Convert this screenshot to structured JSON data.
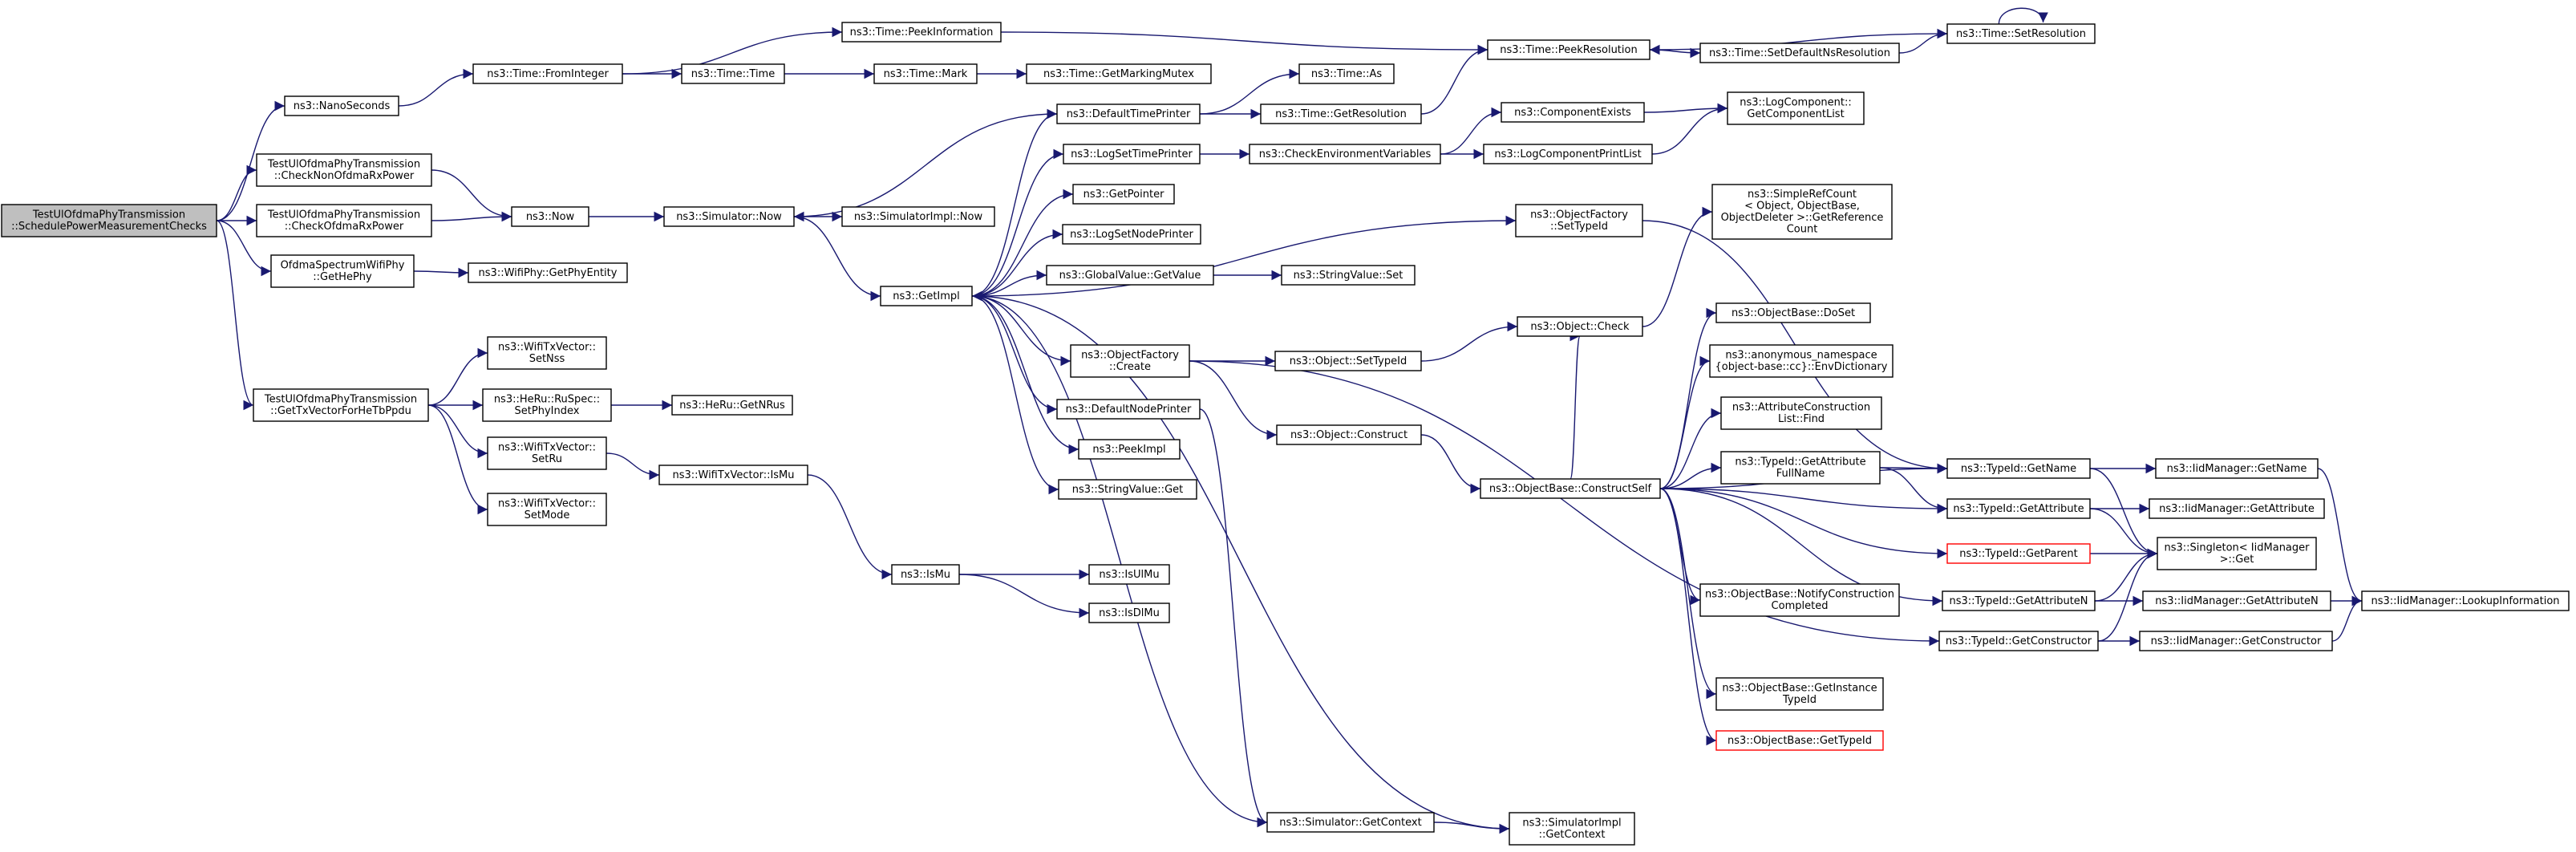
{
  "nodes": [
    {
      "id": "root",
      "lines": [
        "TestUlOfdmaPhyTransmission",
        "::SchedulePowerMeasurementChecks"
      ],
      "style": "root"
    },
    {
      "id": "nanoseconds",
      "lines": [
        "ns3::NanoSeconds"
      ]
    },
    {
      "id": "checkNonOfdma",
      "lines": [
        "TestUlOfdmaPhyTransmission",
        "::CheckNonOfdmaRxPower"
      ]
    },
    {
      "id": "checkOfdma",
      "lines": [
        "TestUlOfdmaPhyTransmission",
        "::CheckOfdmaRxPower"
      ]
    },
    {
      "id": "getHePhy",
      "lines": [
        "OfdmaSpectrumWifiPhy",
        "::GetHePhy"
      ]
    },
    {
      "id": "getTxVector",
      "lines": [
        "TestUlOfdmaPhyTransmission",
        "::GetTxVectorForHeTbPpdu"
      ]
    },
    {
      "id": "fromInteger",
      "lines": [
        "ns3::Time::FromInteger"
      ]
    },
    {
      "id": "peekInformation",
      "lines": [
        "ns3::Time::PeekInformation"
      ]
    },
    {
      "id": "timeTime",
      "lines": [
        "ns3::Time::Time"
      ]
    },
    {
      "id": "timeMark",
      "lines": [
        "ns3::Time::Mark"
      ]
    },
    {
      "id": "getMarkingMutex",
      "lines": [
        "ns3::Time::GetMarkingMutex"
      ]
    },
    {
      "id": "now",
      "lines": [
        "ns3::Now"
      ]
    },
    {
      "id": "simNow",
      "lines": [
        "ns3::Simulator::Now"
      ]
    },
    {
      "id": "simImplNow",
      "lines": [
        "ns3::SimulatorImpl::Now"
      ]
    },
    {
      "id": "getPhyEntity",
      "lines": [
        "ns3::WifiPhy::GetPhyEntity"
      ]
    },
    {
      "id": "setNss",
      "lines": [
        "ns3::WifiTxVector::",
        "SetNss"
      ]
    },
    {
      "id": "setPhyIndex",
      "lines": [
        "ns3::HeRu::RuSpec::",
        "SetPhyIndex"
      ]
    },
    {
      "id": "getNRus",
      "lines": [
        "ns3::HeRu::GetNRus"
      ]
    },
    {
      "id": "setRu",
      "lines": [
        "ns3::WifiTxVector::",
        "SetRu"
      ]
    },
    {
      "id": "setMode",
      "lines": [
        "ns3::WifiTxVector::",
        "SetMode"
      ]
    },
    {
      "id": "isMuTx",
      "lines": [
        "ns3::WifiTxVector::IsMu"
      ]
    },
    {
      "id": "isMu",
      "lines": [
        "ns3::IsMu"
      ]
    },
    {
      "id": "isUlMu",
      "lines": [
        "ns3::IsUlMu"
      ]
    },
    {
      "id": "isDlMu",
      "lines": [
        "ns3::IsDlMu"
      ]
    },
    {
      "id": "getImpl",
      "lines": [
        "ns3::GetImpl"
      ]
    },
    {
      "id": "defaultTimePrinter",
      "lines": [
        "ns3::DefaultTimePrinter"
      ]
    },
    {
      "id": "logSetTimePrinter",
      "lines": [
        "ns3::LogSetTimePrinter"
      ]
    },
    {
      "id": "getPointer",
      "lines": [
        "ns3::GetPointer"
      ]
    },
    {
      "id": "logSetNodePrinter",
      "lines": [
        "ns3::LogSetNodePrinter"
      ]
    },
    {
      "id": "globalValueGet",
      "lines": [
        "ns3::GlobalValue::GetValue"
      ]
    },
    {
      "id": "objectFactoryCreate",
      "lines": [
        "ns3::ObjectFactory",
        "::Create"
      ]
    },
    {
      "id": "defaultNodePrinter",
      "lines": [
        "ns3::DefaultNodePrinter"
      ]
    },
    {
      "id": "peekImpl",
      "lines": [
        "ns3::PeekImpl"
      ]
    },
    {
      "id": "stringValueGet",
      "lines": [
        "ns3::StringValue::Get"
      ]
    },
    {
      "id": "timeAs",
      "lines": [
        "ns3::Time::As"
      ]
    },
    {
      "id": "getResolution",
      "lines": [
        "ns3::Time::GetResolution"
      ]
    },
    {
      "id": "checkEnv",
      "lines": [
        "ns3::CheckEnvironmentVariables"
      ]
    },
    {
      "id": "stringValueSet",
      "lines": [
        "ns3::StringValue::Set"
      ]
    },
    {
      "id": "objectSetTypeId",
      "lines": [
        "ns3::Object::SetTypeId"
      ]
    },
    {
      "id": "objectConstruct",
      "lines": [
        "ns3::Object::Construct"
      ]
    },
    {
      "id": "simGetContext",
      "lines": [
        "ns3::Simulator::GetContext"
      ]
    },
    {
      "id": "simImplGetContext",
      "lines": [
        "ns3::SimulatorImpl",
        "::GetContext"
      ]
    },
    {
      "id": "peekResolution",
      "lines": [
        "ns3::Time::PeekResolution"
      ]
    },
    {
      "id": "setDefaultNsRes",
      "lines": [
        "ns3::Time::SetDefaultNsResolution"
      ]
    },
    {
      "id": "setResolution",
      "lines": [
        "ns3::Time::SetResolution"
      ]
    },
    {
      "id": "componentExists",
      "lines": [
        "ns3::ComponentExists"
      ]
    },
    {
      "id": "logComponentPrintList",
      "lines": [
        "ns3::LogComponentPrintList"
      ]
    },
    {
      "id": "getComponentList",
      "lines": [
        "ns3::LogComponent::",
        "GetComponentList"
      ]
    },
    {
      "id": "objFactorySetTypeId",
      "lines": [
        "ns3::ObjectFactory",
        "::SetTypeId"
      ]
    },
    {
      "id": "objectCheck",
      "lines": [
        "ns3::Object::Check"
      ]
    },
    {
      "id": "simpleRefCount",
      "lines": [
        "ns3::SimpleRefCount",
        "< Object, ObjectBase,",
        "ObjectDeleter >::GetReference",
        "Count"
      ]
    },
    {
      "id": "constructSelf",
      "lines": [
        "ns3::ObjectBase::ConstructSelf"
      ]
    },
    {
      "id": "doSet",
      "lines": [
        "ns3::ObjectBase::DoSet"
      ]
    },
    {
      "id": "envDictionary",
      "lines": [
        "ns3::anonymous_namespace",
        "{object-base::cc}::EnvDictionary"
      ]
    },
    {
      "id": "attrConstructionFind",
      "lines": [
        "ns3::AttributeConstruction",
        "List::Find"
      ]
    },
    {
      "id": "getAttrFullName",
      "lines": [
        "ns3::TypeId::GetAttribute",
        "FullName"
      ]
    },
    {
      "id": "notifyConstruction",
      "lines": [
        "ns3::ObjectBase::NotifyConstruction",
        "Completed"
      ]
    },
    {
      "id": "getInstanceTypeId",
      "lines": [
        "ns3::ObjectBase::GetInstance",
        "TypeId"
      ]
    },
    {
      "id": "objBaseGetTypeId",
      "lines": [
        "ns3::ObjectBase::GetTypeId"
      ],
      "style": "red"
    },
    {
      "id": "typeIdGetName",
      "lines": [
        "ns3::TypeId::GetName"
      ]
    },
    {
      "id": "typeIdGetAttribute",
      "lines": [
        "ns3::TypeId::GetAttribute"
      ]
    },
    {
      "id": "typeIdGetParent",
      "lines": [
        "ns3::TypeId::GetParent"
      ],
      "style": "red"
    },
    {
      "id": "typeIdGetAttributeN",
      "lines": [
        "ns3::TypeId::GetAttributeN"
      ]
    },
    {
      "id": "typeIdGetConstructor",
      "lines": [
        "ns3::TypeId::GetConstructor"
      ]
    },
    {
      "id": "iidGetName",
      "lines": [
        "ns3::IidManager::GetName"
      ]
    },
    {
      "id": "iidGetAttribute",
      "lines": [
        "ns3::IidManager::GetAttribute"
      ]
    },
    {
      "id": "singletonGet",
      "lines": [
        "ns3::Singleton< IidManager",
        ">::Get"
      ]
    },
    {
      "id": "iidGetAttributeN",
      "lines": [
        "ns3::IidManager::GetAttributeN"
      ]
    },
    {
      "id": "iidGetConstructor",
      "lines": [
        "ns3::IidManager::GetConstructor"
      ]
    },
    {
      "id": "lookupInformation",
      "lines": [
        "ns3::IidManager::LookupInformation"
      ]
    }
  ],
  "edges": [
    [
      "root",
      "nanoseconds"
    ],
    [
      "root",
      "checkNonOfdma"
    ],
    [
      "root",
      "checkOfdma"
    ],
    [
      "root",
      "getHePhy"
    ],
    [
      "root",
      "getTxVector"
    ],
    [
      "nanoseconds",
      "fromInteger"
    ],
    [
      "fromInteger",
      "peekInformation"
    ],
    [
      "fromInteger",
      "timeTime"
    ],
    [
      "timeTime",
      "timeMark"
    ],
    [
      "timeMark",
      "getMarkingMutex"
    ],
    [
      "peekInformation",
      "peekResolution"
    ],
    [
      "checkNonOfdma",
      "now"
    ],
    [
      "checkOfdma",
      "now"
    ],
    [
      "now",
      "simNow"
    ],
    [
      "simNow",
      "simImplNow"
    ],
    [
      "simNow",
      "getImpl"
    ],
    [
      "getHePhy",
      "getPhyEntity"
    ],
    [
      "getTxVector",
      "setNss"
    ],
    [
      "getTxVector",
      "setPhyIndex"
    ],
    [
      "getTxVector",
      "setRu"
    ],
    [
      "getTxVector",
      "setMode"
    ],
    [
      "setPhyIndex",
      "getNRus"
    ],
    [
      "setRu",
      "isMuTx"
    ],
    [
      "isMuTx",
      "isMu"
    ],
    [
      "isMu",
      "isUlMu"
    ],
    [
      "isMu",
      "isDlMu"
    ],
    [
      "getImpl",
      "defaultTimePrinter"
    ],
    [
      "getImpl",
      "logSetTimePrinter"
    ],
    [
      "getImpl",
      "getPointer"
    ],
    [
      "getImpl",
      "logSetNodePrinter"
    ],
    [
      "getImpl",
      "globalValueGet"
    ],
    [
      "getImpl",
      "objectFactoryCreate"
    ],
    [
      "getImpl",
      "defaultNodePrinter"
    ],
    [
      "getImpl",
      "peekImpl"
    ],
    [
      "getImpl",
      "stringValueGet"
    ],
    [
      "getImpl",
      "simGetContext"
    ],
    [
      "getImpl",
      "objFactorySetTypeId"
    ],
    [
      "defaultTimePrinter",
      "simNow"
    ],
    [
      "defaultTimePrinter",
      "timeAs"
    ],
    [
      "defaultTimePrinter",
      "getResolution"
    ],
    [
      "getResolution",
      "peekResolution"
    ],
    [
      "peekResolution",
      "setDefaultNsRes"
    ],
    [
      "setDefaultNsRes",
      "setResolution"
    ],
    [
      "setResolution",
      "peekResolution"
    ],
    [
      "setResolution",
      "setResolution"
    ],
    [
      "logSetTimePrinter",
      "checkEnv"
    ],
    [
      "checkEnv",
      "componentExists"
    ],
    [
      "checkEnv",
      "logComponentPrintList"
    ],
    [
      "componentExists",
      "getComponentList"
    ],
    [
      "logComponentPrintList",
      "getComponentList"
    ],
    [
      "globalValueGet",
      "stringValueSet"
    ],
    [
      "objectFactoryCreate",
      "objectSetTypeId"
    ],
    [
      "objectFactoryCreate",
      "objectConstruct"
    ],
    [
      "objectFactoryCreate",
      "typeIdGetConstructor"
    ],
    [
      "objectSetTypeId",
      "objectCheck"
    ],
    [
      "objectCheck",
      "simpleRefCount"
    ],
    [
      "objectConstruct",
      "constructSelf"
    ],
    [
      "defaultNodePrinter",
      "simGetContext"
    ],
    [
      "simGetContext",
      "simImplGetContext"
    ],
    [
      "simImplGetContext",
      "getImpl"
    ],
    [
      "objFactorySetTypeId",
      "typeIdGetName"
    ],
    [
      "constructSelf",
      "objectCheck"
    ],
    [
      "constructSelf",
      "doSet"
    ],
    [
      "constructSelf",
      "envDictionary"
    ],
    [
      "constructSelf",
      "attrConstructionFind"
    ],
    [
      "constructSelf",
      "getAttrFullName"
    ],
    [
      "constructSelf",
      "notifyConstruction"
    ],
    [
      "constructSelf",
      "getInstanceTypeId"
    ],
    [
      "constructSelf",
      "objBaseGetTypeId"
    ],
    [
      "constructSelf",
      "typeIdGetName"
    ],
    [
      "constructSelf",
      "typeIdGetAttribute"
    ],
    [
      "constructSelf",
      "typeIdGetParent"
    ],
    [
      "constructSelf",
      "typeIdGetAttributeN"
    ],
    [
      "getAttrFullName",
      "typeIdGetName"
    ],
    [
      "getAttrFullName",
      "typeIdGetAttribute"
    ],
    [
      "typeIdGetName",
      "iidGetName"
    ],
    [
      "typeIdGetName",
      "singletonGet"
    ],
    [
      "typeIdGetAttribute",
      "iidGetAttribute"
    ],
    [
      "typeIdGetAttribute",
      "singletonGet"
    ],
    [
      "typeIdGetParent",
      "singletonGet"
    ],
    [
      "typeIdGetAttributeN",
      "iidGetAttributeN"
    ],
    [
      "typeIdGetAttributeN",
      "singletonGet"
    ],
    [
      "typeIdGetConstructor",
      "iidGetConstructor"
    ],
    [
      "typeIdGetConstructor",
      "singletonGet"
    ],
    [
      "iidGetName",
      "lookupInformation"
    ],
    [
      "iidGetAttributeN",
      "lookupInformation"
    ],
    [
      "iidGetConstructor",
      "lookupInformation"
    ]
  ]
}
